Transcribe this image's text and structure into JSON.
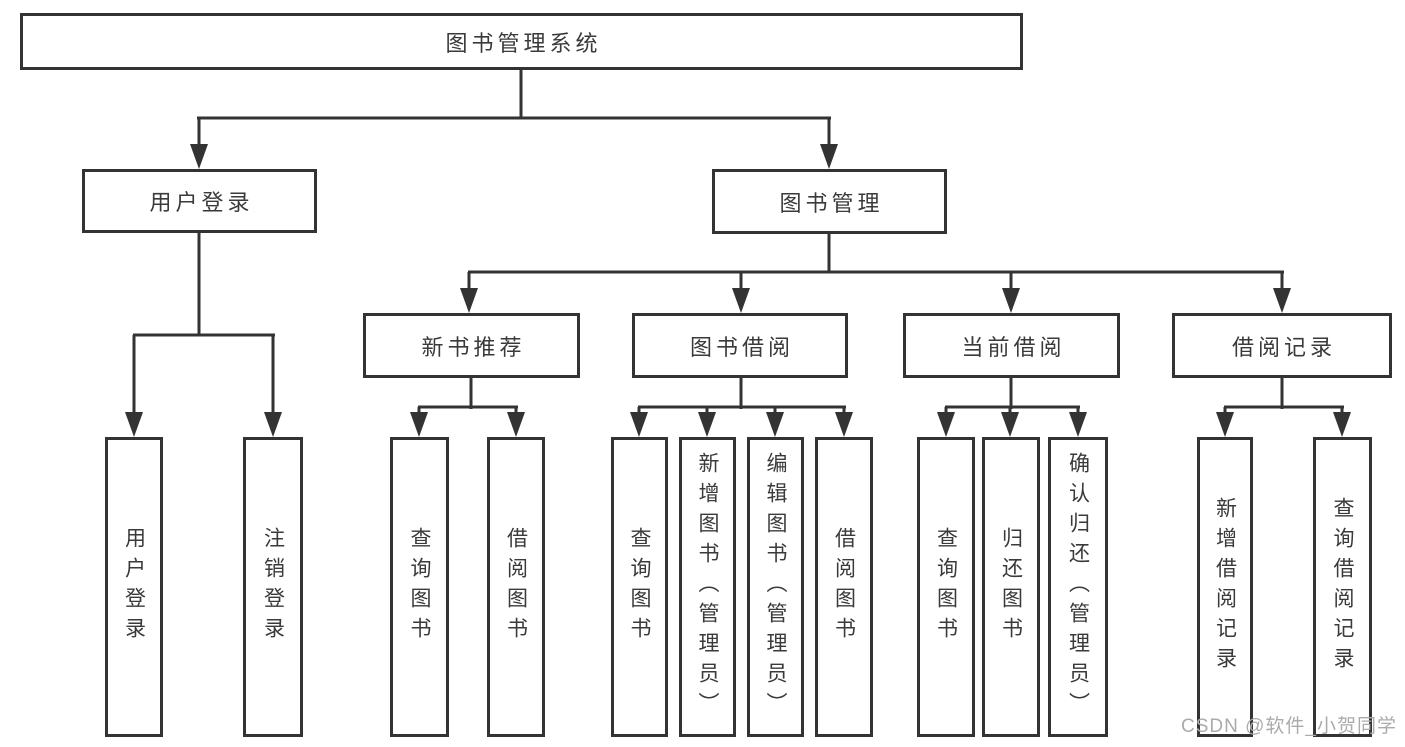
{
  "diagram": {
    "root": {
      "label": "图书管理系统"
    },
    "branches": [
      {
        "label": "用户登录",
        "leaves": [
          {
            "label": "用户登录"
          },
          {
            "label": "注销登录"
          }
        ]
      },
      {
        "label": "图书管理",
        "sections": [
          {
            "label": "新书推荐",
            "leaves": [
              {
                "label": "查询图书"
              },
              {
                "label": "借阅图书"
              }
            ]
          },
          {
            "label": "图书借阅",
            "leaves": [
              {
                "label": "查询图书"
              },
              {
                "label": "新增图书（管理员）"
              },
              {
                "label": "编辑图书（管理员）"
              },
              {
                "label": "借阅图书"
              }
            ]
          },
          {
            "label": "当前借阅",
            "leaves": [
              {
                "label": "查询图书"
              },
              {
                "label": "归还图书"
              },
              {
                "label": "确认归还（管理员）"
              }
            ]
          },
          {
            "label": "借阅记录",
            "leaves": [
              {
                "label": "新增借阅记录"
              },
              {
                "label": "查询借阅记录"
              }
            ]
          }
        ]
      }
    ]
  },
  "watermark": {
    "text": "CSDN @软件_小贺同学",
    "color": "#ababab"
  },
  "colors": {
    "line": "#333333",
    "box_border": "#333333",
    "text": "#3a3a3a",
    "background": "#ffffff"
  }
}
